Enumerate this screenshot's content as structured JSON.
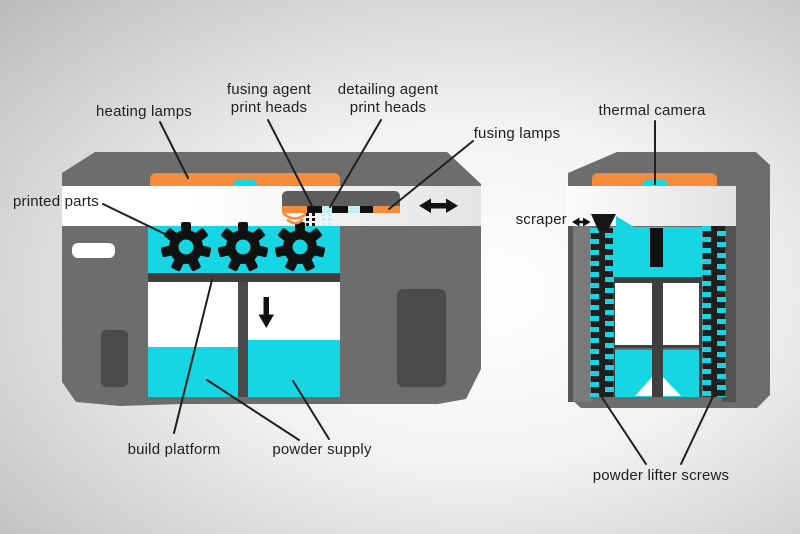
{
  "diagram": {
    "subject": "Multi Jet Fusion 3D printing process schematic",
    "labels": {
      "heating_lamps": "heating lamps",
      "fusing_agent_print_heads": "fusing agent\nprint heads",
      "detailing_agent_print_heads": "detailing agent\nprint heads",
      "fusing_lamps": "fusing lamps",
      "printed_parts": "printed parts",
      "build_platform": "build platform",
      "powder_supply": "powder supply",
      "thermal_camera": "thermal camera",
      "scraper": "scraper",
      "powder_lifter_screws": "powder lifter screws"
    },
    "icons": {
      "carriage_motion": "left-right-arrow",
      "scraper_motion": "left-right-arrow",
      "powder_feed": "down-arrow"
    },
    "colors": {
      "powder_cyan": "#15d6e2",
      "agent_cyan": "#c5eef3",
      "lamp_orange": "#f68b3c",
      "machine_gray": "#6d6d6d",
      "carriage_gray": "#5e5e5e",
      "wall_gray": "#3f3f3f",
      "vent_gray": "#4b4b4b",
      "ink": "#1f1f1f"
    }
  }
}
